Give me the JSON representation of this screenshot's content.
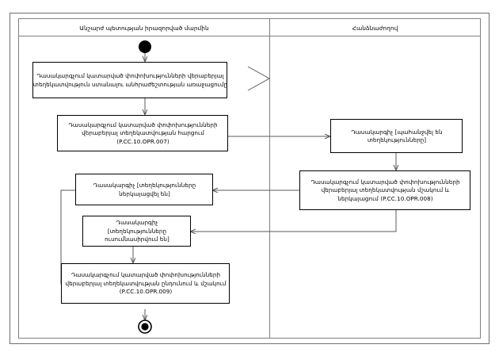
{
  "diagram": {
    "type": "uml-activity-diagram",
    "language": "hy",
    "colors": {
      "background": "#ffffff",
      "outer_frame": "#6f6f6f",
      "lane_border": "#808080",
      "node_border": "#000000",
      "node_fill": "#ffffff",
      "connector": "#595959",
      "node_marker": "#000000",
      "text": "#000000"
    },
    "lanes": [
      {
        "id": "lane-left",
        "title": "Անշարժ պետության իրազորված մարմին"
      },
      {
        "id": "lane-right",
        "title": "Հանձնաժողով"
      }
    ],
    "start_node": {
      "name": "initial-node",
      "shape": "filled-circle"
    },
    "end_node": {
      "name": "final-node",
      "shape": "circle-in-ring"
    },
    "decision_marker": {
      "name": "decision-arrow-marker",
      "shape": "open-triangle"
    },
    "nodes": [
      {
        "id": "activity-request-info",
        "lane": "lane-left",
        "lines": [
          "Դասակարգչում կատարված փոփոխությունների վերաբերյալ",
          "տեղեկատվություն ստանալու անհրաժեշտության առաջացումը"
        ]
      },
      {
        "id": "activity-info-query",
        "lane": "lane-left",
        "lines": [
          "Դասակարգչում կատարված փոփոխությունների",
          "վերաբերյալ տեղեկատվության հարցում",
          "(P.CC.10.OPR.007)"
        ]
      },
      {
        "id": "state-info-requested",
        "lane": "lane-right",
        "lines": [
          "Դասակարգիչ [պահանջվել են",
          "տեղեկությունները]"
        ]
      },
      {
        "id": "activity-process-present",
        "lane": "lane-right",
        "lines": [
          "Դասակարգչում կատարված փոփոխությունների",
          "վերաբերյալ տեղեկատվության մշակում և",
          "ներկայացում (P.CC.10.OPR.008)"
        ]
      },
      {
        "id": "state-info-presented",
        "lane": "lane-left",
        "lines": [
          "Դասակարգիչ [տեղեկությունները",
          "ներկայացվել են]"
        ]
      },
      {
        "id": "state-info-studied",
        "lane": "lane-left",
        "lines": [
          "Դասակարգիչ",
          "[տեղեկությունները",
          "ուսումնասիրվում են]"
        ]
      },
      {
        "id": "activity-receive-process",
        "lane": "lane-left",
        "lines": [
          "Դասակարգչում կատարված փոփոխությունների",
          "վերաբերյալ տեղեկատվության ընդունում և մշակում",
          "(P.CC.10.OPR.009)"
        ]
      }
    ],
    "connectors": [
      {
        "id": "flow-start-to-request",
        "from": "initial-node",
        "to": "activity-request-info"
      },
      {
        "id": "flow-request-to-query",
        "from": "activity-request-info",
        "to": "activity-info-query"
      },
      {
        "id": "flow-query-to-requested",
        "from": "activity-info-query",
        "to": "state-info-requested"
      },
      {
        "id": "flow-requested-to-process",
        "from": "state-info-requested",
        "to": "activity-process-present"
      },
      {
        "id": "flow-process-to-presented",
        "from": "activity-process-present",
        "to": "state-info-presented"
      },
      {
        "id": "flow-process-to-studied",
        "from": "activity-process-present",
        "to": "state-info-studied"
      },
      {
        "id": "flow-presented-to-receive",
        "from": "state-info-presented",
        "to": "activity-receive-process"
      },
      {
        "id": "flow-receive-to-end",
        "from": "activity-receive-process",
        "to": "final-node"
      }
    ]
  }
}
